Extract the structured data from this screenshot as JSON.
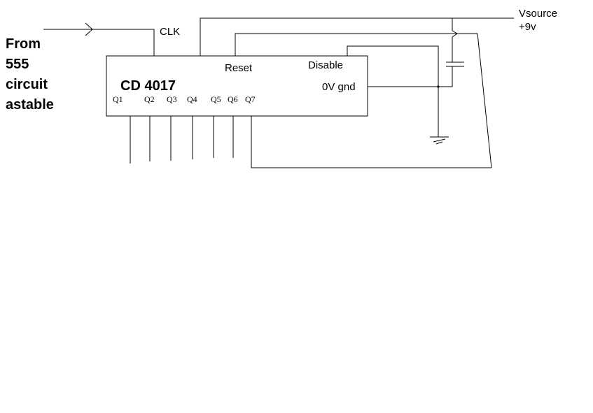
{
  "source_label": [
    "From",
    "555",
    "circuit",
    "astable"
  ],
  "chip": {
    "name": "CD 4017",
    "clk_label": "CLK",
    "reset_label": "Reset",
    "disable_label": "Disable",
    "gnd_label": "0V gnd"
  },
  "outputs": [
    "Q1",
    "Q2",
    "Q3",
    "Q4",
    "Q5",
    "Q6",
    "Q7"
  ],
  "supply": {
    "name": "Vsource",
    "voltage": "+9v"
  },
  "colors": {
    "line": "#000000",
    "background": "#ffffff"
  }
}
